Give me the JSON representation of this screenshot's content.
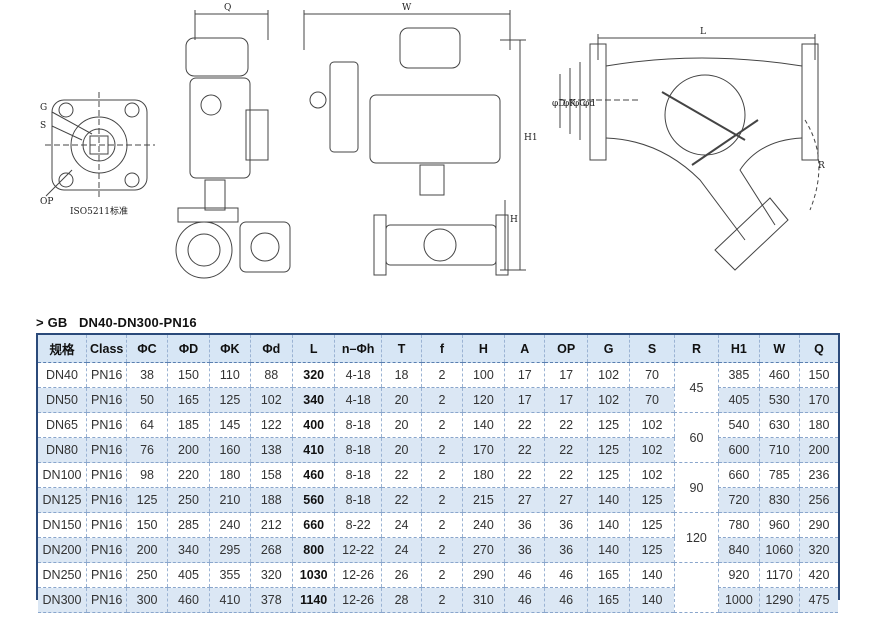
{
  "diagram": {
    "labels": {
      "q": "Q",
      "w": "W",
      "l": "L",
      "h": "H",
      "h1": "H1",
      "g": "G",
      "s": "S",
      "op": "OP",
      "iso": "ISO5211标准",
      "d1": "φD",
      "d2": "φK",
      "d3": "φC",
      "d4": "φd",
      "r": "R"
    }
  },
  "heading": {
    "prefix": ">",
    "text": "GB   DN40-DN300-PN16"
  },
  "table": {
    "headers": [
      "规格",
      "Class",
      "ΦC",
      "ΦD",
      "ΦK",
      "Φd",
      "L",
      "n–Φh",
      "T",
      "f",
      "H",
      "A",
      "OP",
      "G",
      "S",
      "R",
      "H1",
      "W",
      "Q"
    ],
    "rows": [
      [
        "DN40",
        "PN16",
        "38",
        "150",
        "110",
        "88",
        "320",
        "4-18",
        "18",
        "2",
        "100",
        "17",
        "17",
        "102",
        "70",
        "385",
        "460",
        "150"
      ],
      [
        "DN50",
        "PN16",
        "50",
        "165",
        "125",
        "102",
        "340",
        "4-18",
        "20",
        "2",
        "120",
        "17",
        "17",
        "102",
        "70",
        "405",
        "530",
        "170"
      ],
      [
        "DN65",
        "PN16",
        "64",
        "185",
        "145",
        "122",
        "400",
        "8-18",
        "20",
        "2",
        "140",
        "22",
        "22",
        "125",
        "102",
        "540",
        "630",
        "180"
      ],
      [
        "DN80",
        "PN16",
        "76",
        "200",
        "160",
        "138",
        "410",
        "8-18",
        "20",
        "2",
        "170",
        "22",
        "22",
        "125",
        "102",
        "600",
        "710",
        "200"
      ],
      [
        "DN100",
        "PN16",
        "98",
        "220",
        "180",
        "158",
        "460",
        "8-18",
        "22",
        "2",
        "180",
        "22",
        "22",
        "125",
        "102",
        "660",
        "785",
        "236"
      ],
      [
        "DN125",
        "PN16",
        "125",
        "250",
        "210",
        "188",
        "560",
        "8-18",
        "22",
        "2",
        "215",
        "27",
        "27",
        "140",
        "125",
        "720",
        "830",
        "256"
      ],
      [
        "DN150",
        "PN16",
        "150",
        "285",
        "240",
        "212",
        "660",
        "8-22",
        "24",
        "2",
        "240",
        "36",
        "36",
        "140",
        "125",
        "780",
        "960",
        "290"
      ],
      [
        "DN200",
        "PN16",
        "200",
        "340",
        "295",
        "268",
        "800",
        "12-22",
        "24",
        "2",
        "270",
        "36",
        "36",
        "140",
        "125",
        "840",
        "1060",
        "320"
      ],
      [
        "DN250",
        "PN16",
        "250",
        "405",
        "355",
        "320",
        "1030",
        "12-26",
        "26",
        "2",
        "290",
        "46",
        "46",
        "165",
        "140",
        "920",
        "1170",
        "420"
      ],
      [
        "DN300",
        "PN16",
        "300",
        "460",
        "410",
        "378",
        "1140",
        "12-26",
        "28",
        "2",
        "310",
        "46",
        "46",
        "165",
        "140",
        "1000",
        "1290",
        "475"
      ]
    ],
    "r_values": [
      "45",
      "60",
      "90",
      "120"
    ]
  }
}
